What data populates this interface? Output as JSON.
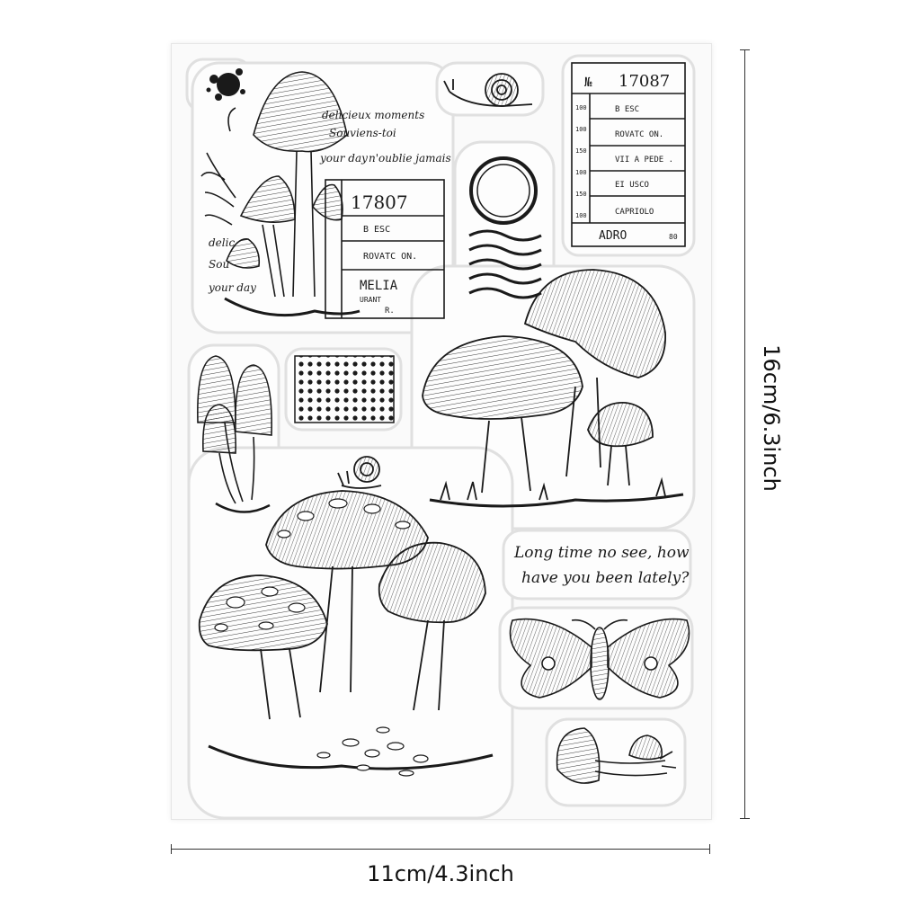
{
  "dimensions": {
    "height_label": "16cm/6.3inch",
    "width_label": "11cm/4.3inch"
  },
  "stamps": {
    "script_line1": "delicieux moments",
    "script_line2": "Souviens-toi",
    "script_line3": "your day",
    "script_line4": "n'oublie jamais",
    "ticket_small_number": "17807",
    "ticket_small_row1": "B  ESC",
    "ticket_small_row2": "ROVATC  ON.",
    "ticket_small_row3": "MELIA",
    "ticket_small_row3b": "URANT",
    "ticket_small_row3c": "R.",
    "ticket_large_prefix": "№",
    "ticket_large_number": "17087",
    "ticket_large_rows": [
      "B  ESC",
      "ROVATC  ON.",
      "VII A PEDE .",
      "EI  USCO",
      "CAPRIOLO"
    ],
    "ticket_large_side": [
      "100",
      "100",
      "150",
      "100",
      "150",
      "100"
    ],
    "ticket_large_footer": "ADRO",
    "ticket_large_footer_num": "80",
    "quote_line1": "Long time no see, how",
    "quote_line2": "have you been lately?",
    "script_small1": "delic",
    "script_small2": "Sou",
    "script_small3": "your day"
  },
  "colors": {
    "ink": "#1a1a1a",
    "sheet": "#fafafa",
    "outline": "#e2e2e2"
  }
}
